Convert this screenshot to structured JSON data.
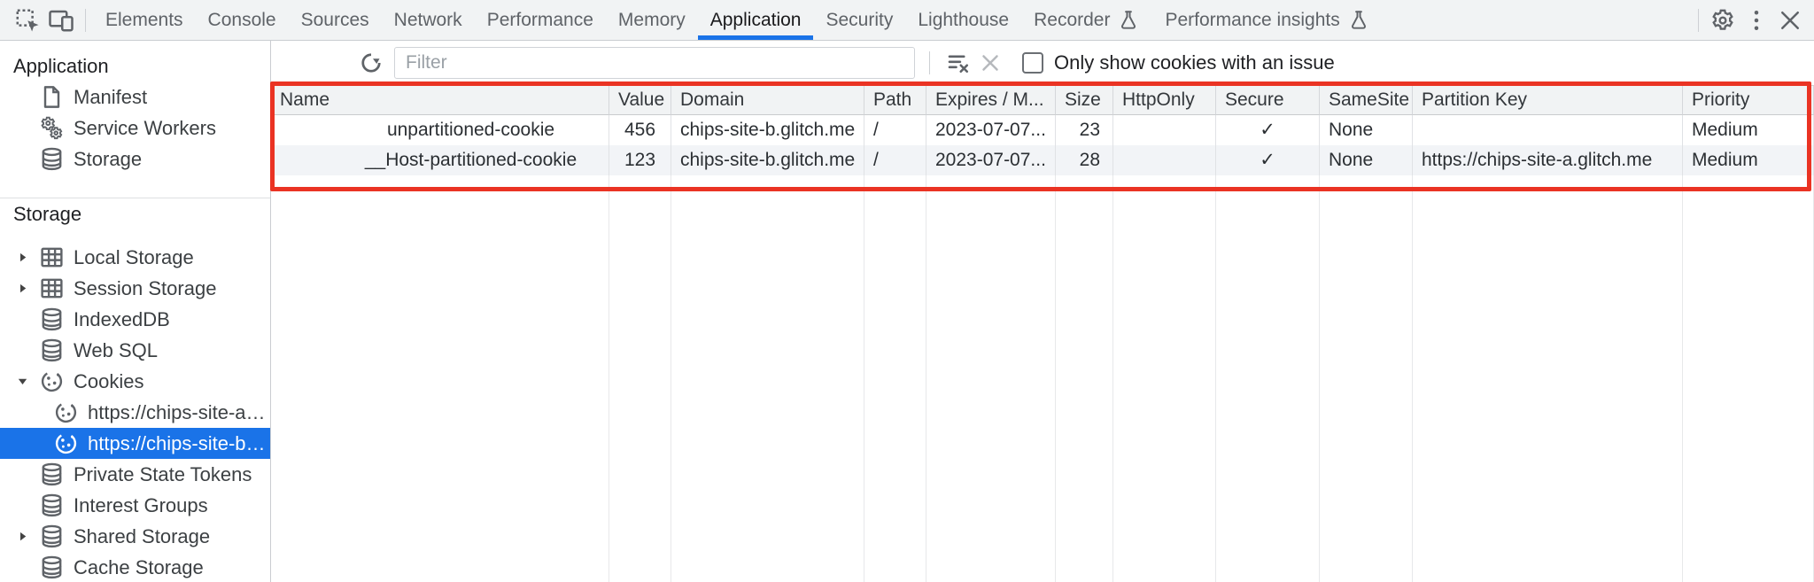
{
  "header": {
    "left_tools": [
      {
        "icon": "inspect-icon"
      },
      {
        "icon": "device-toolbar-icon"
      }
    ],
    "tabs": [
      {
        "label": "Elements",
        "selected": false,
        "flask": false
      },
      {
        "label": "Console",
        "selected": false,
        "flask": false
      },
      {
        "label": "Sources",
        "selected": false,
        "flask": false
      },
      {
        "label": "Network",
        "selected": false,
        "flask": false
      },
      {
        "label": "Performance",
        "selected": false,
        "flask": false
      },
      {
        "label": "Memory",
        "selected": false,
        "flask": false
      },
      {
        "label": "Application",
        "selected": true,
        "flask": false
      },
      {
        "label": "Security",
        "selected": false,
        "flask": false
      },
      {
        "label": "Lighthouse",
        "selected": false,
        "flask": false
      },
      {
        "label": "Recorder",
        "selected": false,
        "flask": true
      },
      {
        "label": "Performance insights",
        "selected": false,
        "flask": true
      }
    ],
    "right_actions": [
      {
        "icon": "settings-gear-icon"
      },
      {
        "icon": "more-options-icon"
      },
      {
        "icon": "close-icon"
      }
    ]
  },
  "sidebar": {
    "sections": [
      {
        "title": "Application",
        "items": [
          {
            "label": "Manifest",
            "icon": "manifest-icon"
          },
          {
            "label": "Service Workers",
            "icon": "service-workers-icon"
          },
          {
            "label": "Storage",
            "icon": "database-icon"
          }
        ]
      },
      {
        "title": "Storage",
        "items": [
          {
            "label": "Local Storage",
            "icon": "table-icon",
            "expander": "collapsed"
          },
          {
            "label": "Session Storage",
            "icon": "table-icon",
            "expander": "collapsed"
          },
          {
            "label": "IndexedDB",
            "icon": "database-icon"
          },
          {
            "label": "Web SQL",
            "icon": "database-icon"
          },
          {
            "label": "Cookies",
            "icon": "cookie-icon",
            "expander": "expanded"
          },
          {
            "label": "https://chips-site-a.glitch.me",
            "icon": "cookie-icon",
            "sub": true
          },
          {
            "label": "https://chips-site-b.glitch.me",
            "icon": "cookie-icon",
            "sub": true,
            "selected": true
          },
          {
            "label": "Private State Tokens",
            "icon": "database-icon"
          },
          {
            "label": "Interest Groups",
            "icon": "database-icon"
          },
          {
            "label": "Shared Storage",
            "icon": "database-icon",
            "expander": "collapsed"
          },
          {
            "label": "Cache Storage",
            "icon": "database-icon"
          }
        ]
      }
    ]
  },
  "toolbar": {
    "refresh_icon": "refresh-icon",
    "filter_placeholder": "Filter",
    "filter_value": "",
    "clear_filter_icon": "clear-filter-icon",
    "delete_icon": "delete-icon",
    "checkbox_checked": false,
    "checkbox_label": "Only show cookies with an issue"
  },
  "table": {
    "columns": [
      "Name",
      "Value",
      "Domain",
      "Path",
      "Expires / M...",
      "Size",
      "HttpOnly",
      "Secure",
      "SameSite",
      "Partition Key",
      "Priority"
    ],
    "rows": [
      {
        "name": "unpartitioned-cookie",
        "value": "456",
        "domain": "chips-site-b.glitch.me",
        "path": "/",
        "expires": "2023-07-07...",
        "size": "23",
        "http_only": "",
        "secure": "✓",
        "same_site": "None",
        "partition_key": "",
        "priority": "Medium"
      },
      {
        "name": "__Host-partitioned-cookie",
        "value": "123",
        "domain": "chips-site-b.glitch.me",
        "path": "/",
        "expires": "2023-07-07...",
        "size": "28",
        "http_only": "",
        "secure": "✓",
        "same_site": "None",
        "partition_key": "https://chips-site-a.glitch.me",
        "priority": "Medium"
      }
    ]
  },
  "colors": {
    "accent_blue": "#1a73e8",
    "selection_blue": "#1a73e8",
    "highlight_red": "#ea3323",
    "toolbar_gray": "#f1f3f4",
    "stripe_row": "#f2f4f7",
    "icon_gray": "#5f6368"
  }
}
